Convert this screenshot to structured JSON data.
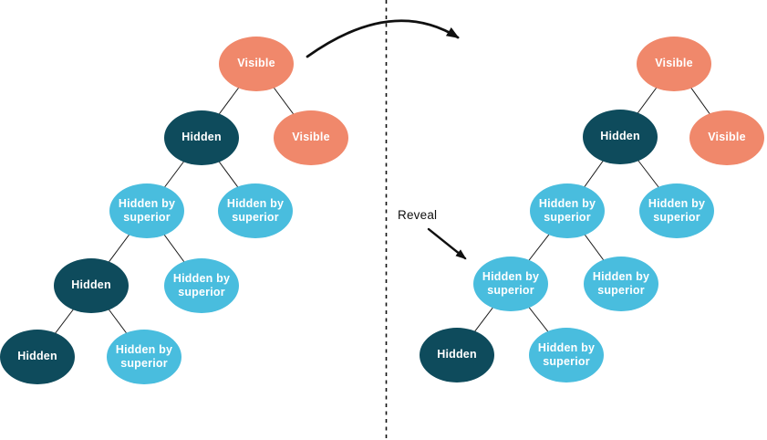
{
  "colors": {
    "visible_node": "#F0886B",
    "hidden_node": "#0E4B5C",
    "hidden_by_superior_node": "#49BDDE",
    "node_text": "#FFFFFF",
    "connector_line": "#1A1A1A"
  },
  "annotations": {
    "reveal_label": "Reveal"
  },
  "labels": {
    "visible": "Visible",
    "hidden": "Hidden",
    "hidden_by_superior": "Hidden by superior"
  },
  "trees": {
    "before": {
      "nodes": [
        {
          "label": "Visible",
          "state": "visible"
        },
        {
          "label": "Hidden",
          "state": "hidden"
        },
        {
          "label": "Visible",
          "state": "visible"
        },
        {
          "label": "Hidden by superior",
          "state": "hidden-by-superior"
        },
        {
          "label": "Hidden by superior",
          "state": "hidden-by-superior"
        },
        {
          "label": "Hidden",
          "state": "hidden"
        },
        {
          "label": "Hidden by superior",
          "state": "hidden-by-superior"
        },
        {
          "label": "Hidden",
          "state": "hidden"
        },
        {
          "label": "Hidden by superior",
          "state": "hidden-by-superior"
        }
      ],
      "edges": [
        [
          0,
          1
        ],
        [
          0,
          2
        ],
        [
          1,
          3
        ],
        [
          1,
          4
        ],
        [
          3,
          5
        ],
        [
          3,
          6
        ],
        [
          5,
          7
        ],
        [
          5,
          8
        ]
      ]
    },
    "after": {
      "nodes": [
        {
          "label": "Visible",
          "state": "visible"
        },
        {
          "label": "Hidden",
          "state": "hidden"
        },
        {
          "label": "Visible",
          "state": "visible"
        },
        {
          "label": "Hidden by superior",
          "state": "hidden-by-superior"
        },
        {
          "label": "Hidden by superior",
          "state": "hidden-by-superior"
        },
        {
          "label": "Hidden by superior",
          "state": "hidden-by-superior"
        },
        {
          "label": "Hidden by superior",
          "state": "hidden-by-superior"
        },
        {
          "label": "Hidden",
          "state": "hidden"
        },
        {
          "label": "Hidden by superior",
          "state": "hidden-by-superior"
        }
      ],
      "edges": [
        [
          0,
          1
        ],
        [
          0,
          2
        ],
        [
          1,
          3
        ],
        [
          1,
          4
        ],
        [
          3,
          5
        ],
        [
          3,
          6
        ],
        [
          5,
          7
        ],
        [
          5,
          8
        ]
      ],
      "revealed_node_index": 5
    }
  }
}
